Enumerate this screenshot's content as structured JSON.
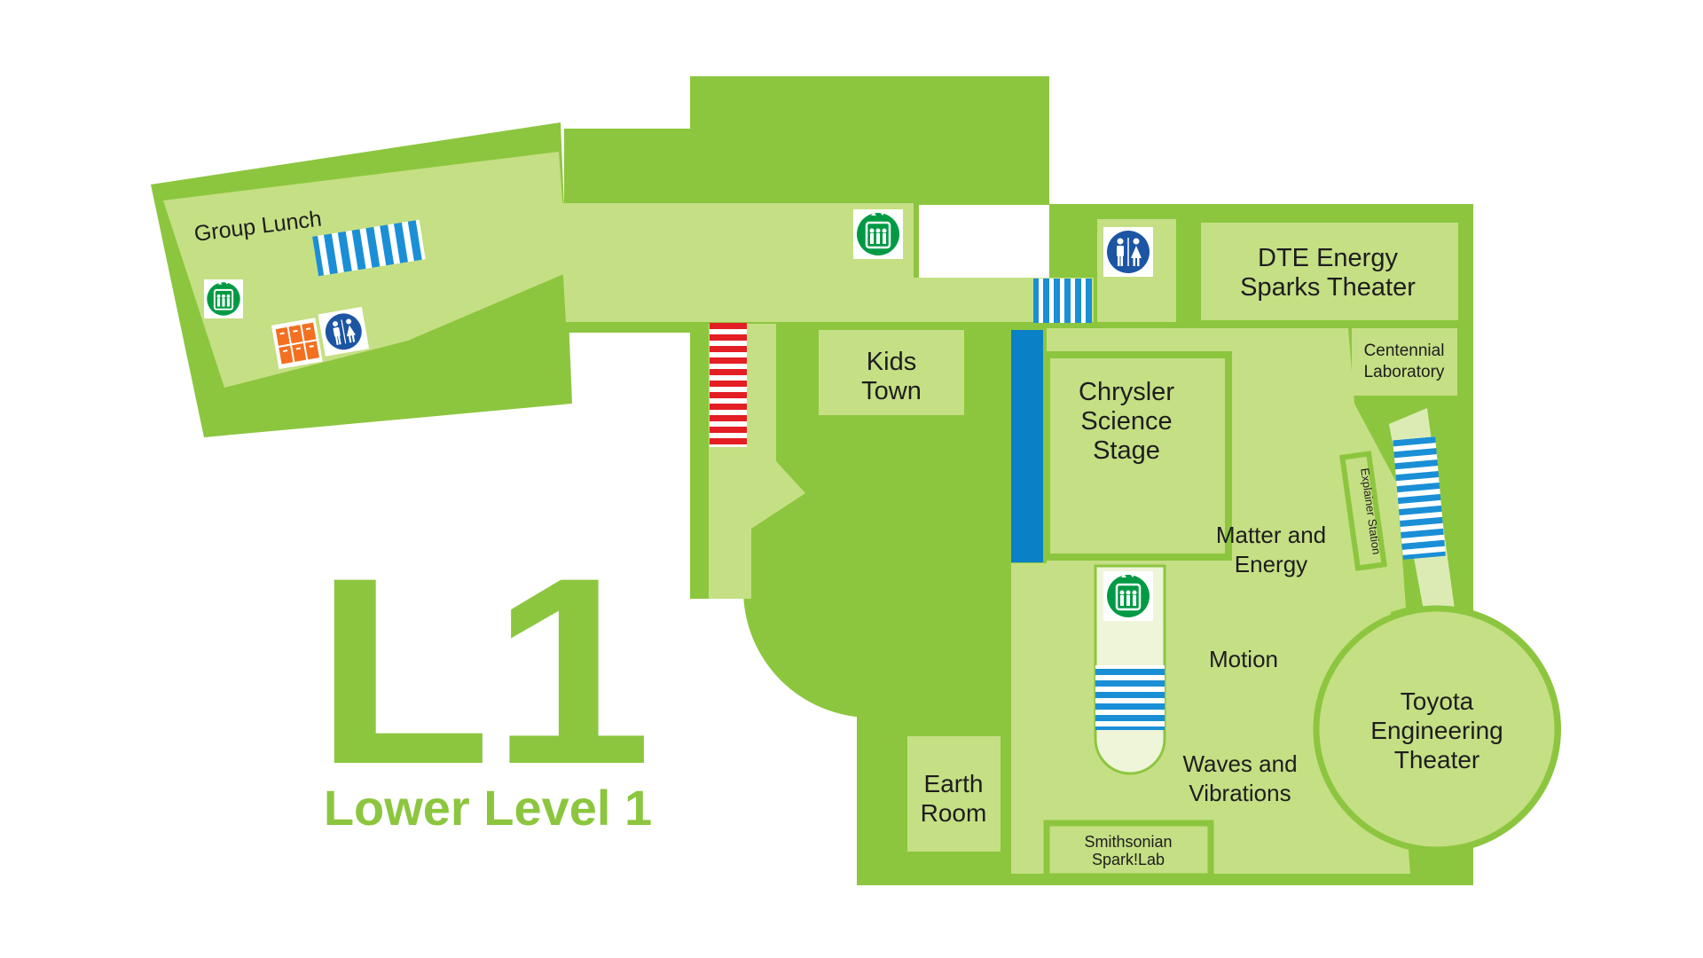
{
  "level": {
    "code": "L1",
    "name": "Lower Level 1"
  },
  "colors": {
    "outer": "#8cc63f",
    "inner": "#c5df84",
    "label": "#1d1d1d",
    "title": "#8cc63f",
    "elevator": "#009a44",
    "restroom": "#1b55a3",
    "stairs_blue": "#1a8fd6",
    "escalator_red": "#e31e24",
    "lockers": "#f37021",
    "blue_bar": "#0a80c6"
  },
  "rooms": {
    "group_lunch": "Group Lunch",
    "dte_line1": "DTE Energy",
    "dte_line2": "Sparks Theater",
    "kids_line1": "Kids",
    "kids_line2": "Town",
    "chrysler_line1": "Chrysler",
    "chrysler_line2": "Science",
    "chrysler_line3": "Stage",
    "centennial_line1": "Centennial",
    "centennial_line2": "Laboratory",
    "explainer": "Explainer Station",
    "matter_line1": "Matter and",
    "matter_line2": "Energy",
    "motion": "Motion",
    "waves_line1": "Waves and",
    "waves_line2": "Vibrations",
    "toyota_line1": "Toyota",
    "toyota_line2": "Engineering",
    "toyota_line3": "Theater",
    "earth_line1": "Earth",
    "earth_line2": "Room",
    "smithsonian_line1": "Smithsonian",
    "smithsonian_line2": "Spark!Lab"
  },
  "icons": {
    "elevator": "elevator-icon",
    "restroom": "restroom-icon",
    "lockers": "lockers-icon",
    "stairs": "stairs-icon",
    "escalator": "escalator-icon"
  }
}
